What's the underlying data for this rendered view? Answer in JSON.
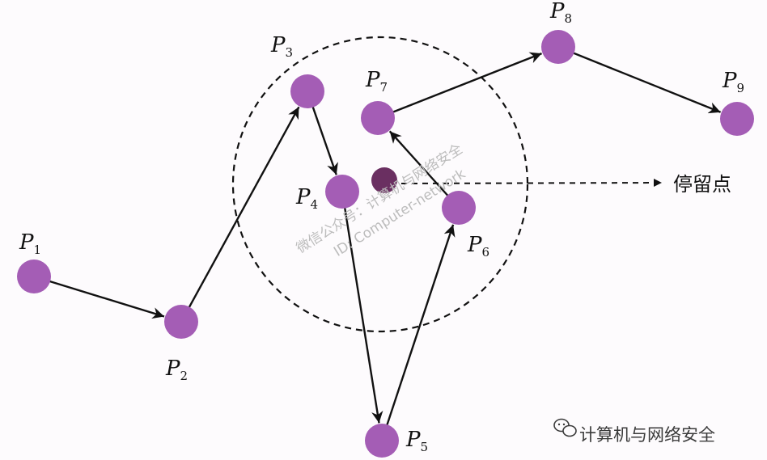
{
  "points": [
    {
      "id": "P1",
      "letter": "P",
      "index": "1"
    },
    {
      "id": "P2",
      "letter": "P",
      "index": "2"
    },
    {
      "id": "P3",
      "letter": "P",
      "index": "3"
    },
    {
      "id": "P4",
      "letter": "P",
      "index": "4"
    },
    {
      "id": "P5",
      "letter": "P",
      "index": "5"
    },
    {
      "id": "P6",
      "letter": "P",
      "index": "6"
    },
    {
      "id": "P7",
      "letter": "P",
      "index": "7"
    },
    {
      "id": "P8",
      "letter": "P",
      "index": "8"
    },
    {
      "id": "P9",
      "letter": "P",
      "index": "9"
    }
  ],
  "path_order": [
    "P1",
    "P2",
    "P3",
    "P4",
    "P5",
    "P6",
    "P7",
    "P8",
    "P9"
  ],
  "stay_point": {
    "label": "停留点"
  },
  "watermark": {
    "line1": "微信公众号：计算机与网络安全",
    "line2": "ID: Computer-network"
  },
  "brand": {
    "label": "计算机与网络安全",
    "icon": "wechat-icon"
  },
  "colors": {
    "point": "#a45db5",
    "stay_point": "#6a2f61",
    "line": "#111111"
  }
}
